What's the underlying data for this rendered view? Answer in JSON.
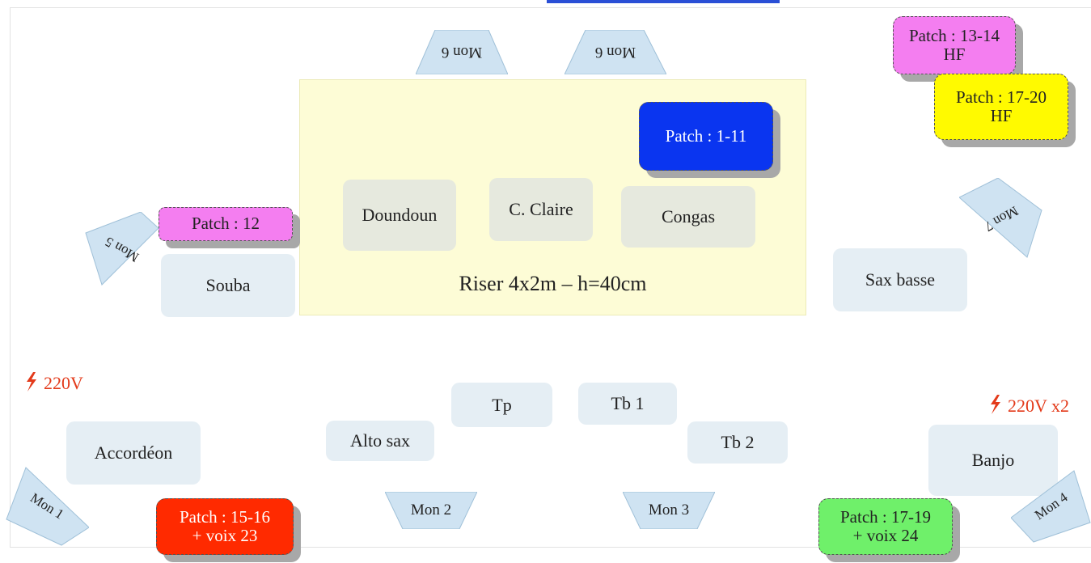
{
  "riser": {
    "label": "Riser 4x2m – h=40cm"
  },
  "instruments": {
    "doundoun": "Doundoun",
    "caisse_claire": "C. Claire",
    "congas": "Congas",
    "souba": "Souba",
    "sax_basse": "Sax basse",
    "accordeon": "Accordéon",
    "alto_sax": "Alto sax",
    "tp": "Tp",
    "tb1": "Tb 1",
    "tb2": "Tb 2",
    "banjo": "Banjo"
  },
  "patches": {
    "p1_11": {
      "line1": "Patch : 1-11",
      "color": "#0a35f0"
    },
    "p12": {
      "line1": "Patch : 12",
      "color": "#f47ef0"
    },
    "p13_14": {
      "line1": "Patch : 13-14",
      "line2": "HF",
      "color": "#f47ef0"
    },
    "p17_20": {
      "line1": "Patch : 17-20",
      "line2": "HF",
      "color": "#fffa00"
    },
    "p15_16": {
      "line1": "Patch : 15-16",
      "line2": "+ voix 23",
      "color": "#ff2a00"
    },
    "p17_19": {
      "line1": "Patch : 17-19",
      "line2": "+ voix 24",
      "color": "#6ff06a"
    }
  },
  "monitors": {
    "mon6a": "Mon 6",
    "mon6b": "Mon 6",
    "mon5": "Mon 5",
    "mon7": "Mon 7",
    "mon1": "Mon 1",
    "mon2": "Mon 2",
    "mon3": "Mon 3",
    "mon4": "Mon 4",
    "fill_color": "#cfe3f2"
  },
  "power": {
    "left": "220V",
    "right": "220V x2",
    "color": "#e33a1a"
  }
}
